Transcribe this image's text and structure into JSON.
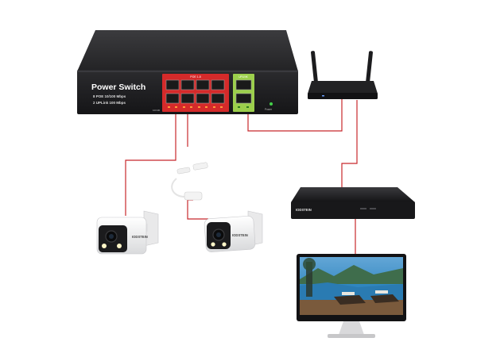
{
  "switch": {
    "title": "Power Switch",
    "spec_line1": "8 POE 10/100 Mbps",
    "spec_line2": "2 UPLink 100 Mbps",
    "poe_port_label": "POE 1-8",
    "uplink_port_label": "UPLINK",
    "small_label_left": "10/100",
    "power_indicator_label": "Power"
  },
  "nvr": {
    "brand": "IODSTEIN"
  },
  "cameras": {
    "camera1_brand": "IODSTEIN",
    "camera2_brand": "IODSTEIN"
  },
  "colors": {
    "link_line": "#c8282c",
    "switch_body": "#2a2a2c",
    "poe_panel": "#d52a2a",
    "uplink_panel": "#9ccf4c",
    "nvr_body": "#1f1f22",
    "router_body": "#1c1c1e"
  },
  "icons": [
    "switch-icon",
    "router-icon",
    "nvr-icon",
    "camera-icon",
    "monitor-icon",
    "adapter-icon"
  ]
}
